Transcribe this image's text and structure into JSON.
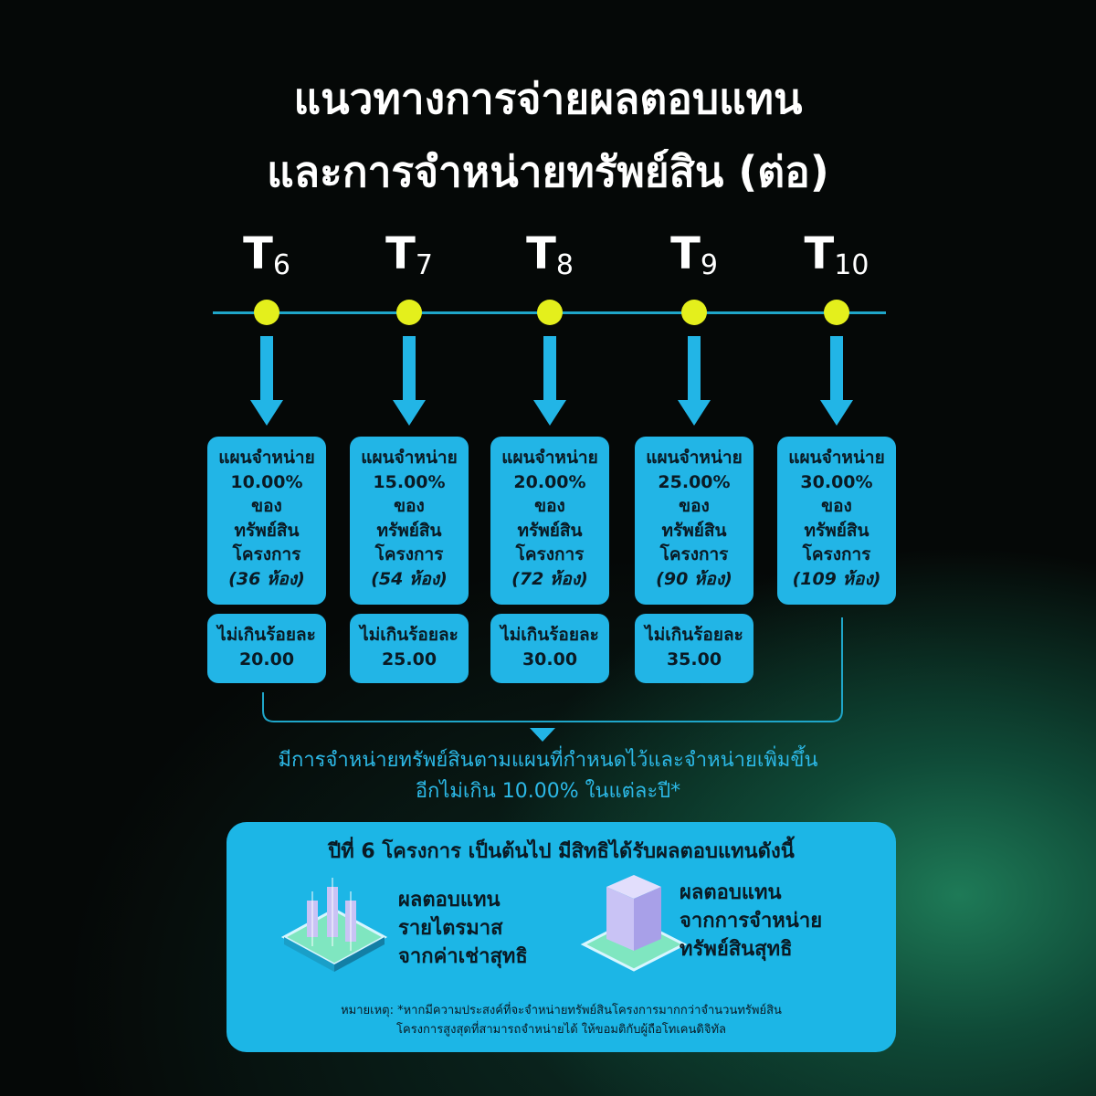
{
  "title": {
    "line1": "แนวทางการจ่ายผลตอบแทน",
    "line2": "และการจำหน่ายทรัพย์สิน (ต่อ)"
  },
  "timeline": [
    {
      "t": "T",
      "sub": "6",
      "plan_label": "แผนจำหน่าย",
      "percent": "10.00%",
      "of": "ของ",
      "asset": "ทรัพย์สิน",
      "project": "โครงการ",
      "rooms": "(36 ห้อง)",
      "cap_label": "ไม่เกินร้อยละ",
      "cap": "20.00"
    },
    {
      "t": "T",
      "sub": "7",
      "plan_label": "แผนจำหน่าย",
      "percent": "15.00%",
      "of": "ของ",
      "asset": "ทรัพย์สิน",
      "project": "โครงการ",
      "rooms": "(54 ห้อง)",
      "cap_label": "ไม่เกินร้อยละ",
      "cap": "25.00"
    },
    {
      "t": "T",
      "sub": "8",
      "plan_label": "แผนจำหน่าย",
      "percent": "20.00%",
      "of": "ของ",
      "asset": "ทรัพย์สิน",
      "project": "โครงการ",
      "rooms": "(72 ห้อง)",
      "cap_label": "ไม่เกินร้อยละ",
      "cap": "30.00"
    },
    {
      "t": "T",
      "sub": "9",
      "plan_label": "แผนจำหน่าย",
      "percent": "25.00%",
      "of": "ของ",
      "asset": "ทรัพย์สิน",
      "project": "โครงการ",
      "rooms": "(90 ห้อง)",
      "cap_label": "ไม่เกินร้อยละ",
      "cap": "35.00"
    },
    {
      "t": "T",
      "sub": "10",
      "plan_label": "แผนจำหน่าย",
      "percent": "30.00%",
      "of": "ของ",
      "asset": "ทรัพย์สิน",
      "project": "โครงการ",
      "rooms": "(109 ห้อง)"
    }
  ],
  "summary": {
    "line1": "มีการจำหน่ายทรัพย์สินตามแผนที่กำหนดไว้และจำหน่ายเพิ่มขึ้น",
    "line2": "อีกไม่เกิน 10.00% ในแต่ละปี*"
  },
  "panel": {
    "heading": "ปีที่ 6 โครงการ เป็นต้นไป มีสิทธิได้รับผลตอบแทนดังนี้",
    "benefit1": [
      "ผลตอบแทน",
      "รายไตรมาส",
      "จากค่าเช่าสุทธิ"
    ],
    "benefit2": [
      "ผลตอบแทน",
      "จากการจำหน่าย",
      "ทรัพย์สินสุทธิ"
    ],
    "footnote1": "หมายเหตุ: *หากมีความประสงค์ที่จะจำหน่ายทรัพย์สินโครงการมากกว่าจำนวนทรัพย์สิน",
    "footnote2": "โครงการสูงสุดที่สามารถจำหน่ายได้ ให้ขอมติกับผู้ถือโทเคนดิจิทัล"
  },
  "colors": {
    "box": "#22b5e6",
    "dot": "#e4ef1c",
    "line": "#1fa6c9"
  }
}
